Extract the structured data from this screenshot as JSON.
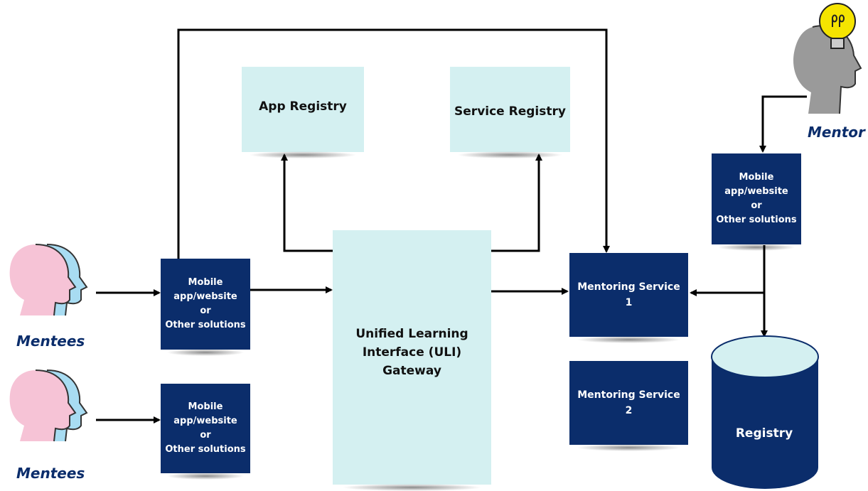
{
  "diagram": {
    "app_registry": "App Registry",
    "service_registry": "Service Registry",
    "gateway": "Unified Learning\nInterface (ULI)\nGateway",
    "client_1": "Mobile\napp/website\nor\nOther solutions",
    "client_2": "Mobile\napp/website\nor\nOther solutions",
    "client_mentor": "Mobile\napp/website\nor\nOther solutions",
    "mentoring_service_1": "Mentoring Service\n1",
    "mentoring_service_2": "Mentoring Service\n2",
    "registry": "Registry",
    "mentees_label_1": "Mentees",
    "mentees_label_2": "Mentees",
    "mentor_label": "Mentor"
  },
  "colors": {
    "light_box": "#d4f0f1",
    "dark_box": "#0b2d6b",
    "mentee_pink": "#f6c3d6",
    "mentee_blue": "#a8dcf2",
    "mentor_head": "#9a9a9a",
    "bulb": "#f5e400"
  },
  "icons": [
    "mentee-heads-icon",
    "mentor-head-lightbulb-icon",
    "arrow-icon"
  ]
}
